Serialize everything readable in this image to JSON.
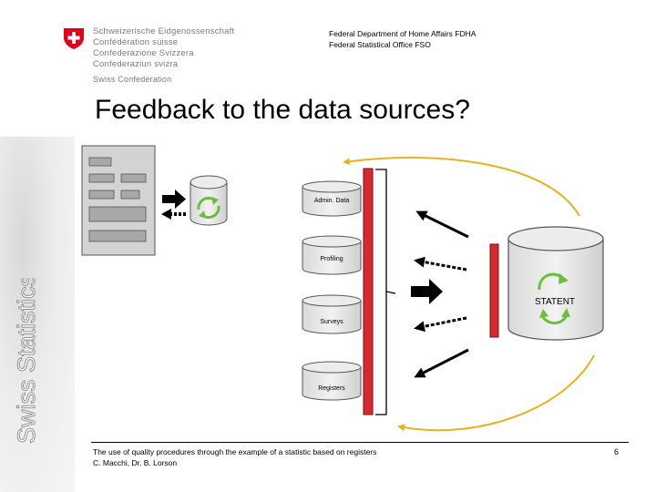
{
  "header": {
    "confederation_names": [
      "Schweizerische Eidgenossenschaft",
      "Confédération suisse",
      "Confederazione Svizzera",
      "Confederaziun svizra"
    ],
    "swiss_confederation": "Swiss Confederation",
    "department": "Federal Department of Home Affairs FDHA",
    "office": "Federal Statistical Office FSO"
  },
  "title": "Feedback to the data sources?",
  "sidebar": {
    "brand": "Swiss Statistics"
  },
  "diagram": {
    "sources": [
      "Admin. Data",
      "Profiling",
      "Surveys",
      "Registers"
    ],
    "statent_label": "STATENT"
  },
  "footer": {
    "line1": "The use of quality procedures through the example of a statistic based on registers",
    "line2": "C. Macchi, Dr. B. Lorson",
    "page": "6"
  },
  "colors": {
    "accent_yellow": "#e8b321",
    "bar_red": "#d42a30",
    "swiss_red": "#e2001a"
  }
}
